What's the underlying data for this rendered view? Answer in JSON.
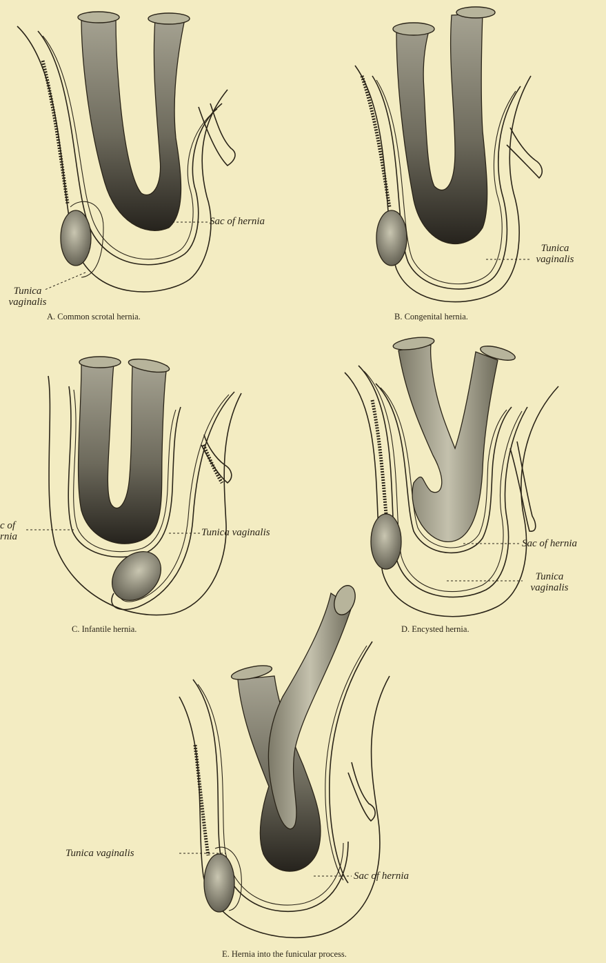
{
  "panels": {
    "a": {
      "caption": "A.   Common scrotal hernia.",
      "labels": {
        "sac": "Sac of hernia",
        "tunica_line1": "Tunica",
        "tunica_line2": "vaginalis"
      }
    },
    "b": {
      "caption": "B.   Congenital hernia.",
      "labels": {
        "tunica_line1": "Tunica",
        "tunica_line2": "vaginalis"
      }
    },
    "c": {
      "caption": "C.   Infantile hernia.",
      "labels": {
        "sac_line1": "c of",
        "sac_line2": "rnia",
        "tunica": "Tunica vaginalis"
      }
    },
    "d": {
      "caption": "D.   Encysted hernia.",
      "labels": {
        "sac": "Sac of hernia",
        "tunica_line1": "Tunica",
        "tunica_line2": "vaginalis"
      }
    },
    "e": {
      "caption": "E.   Hernia into the funicular process.",
      "labels": {
        "tunica": "Tunica vaginalis",
        "sac": "Sac of hernia"
      }
    }
  }
}
